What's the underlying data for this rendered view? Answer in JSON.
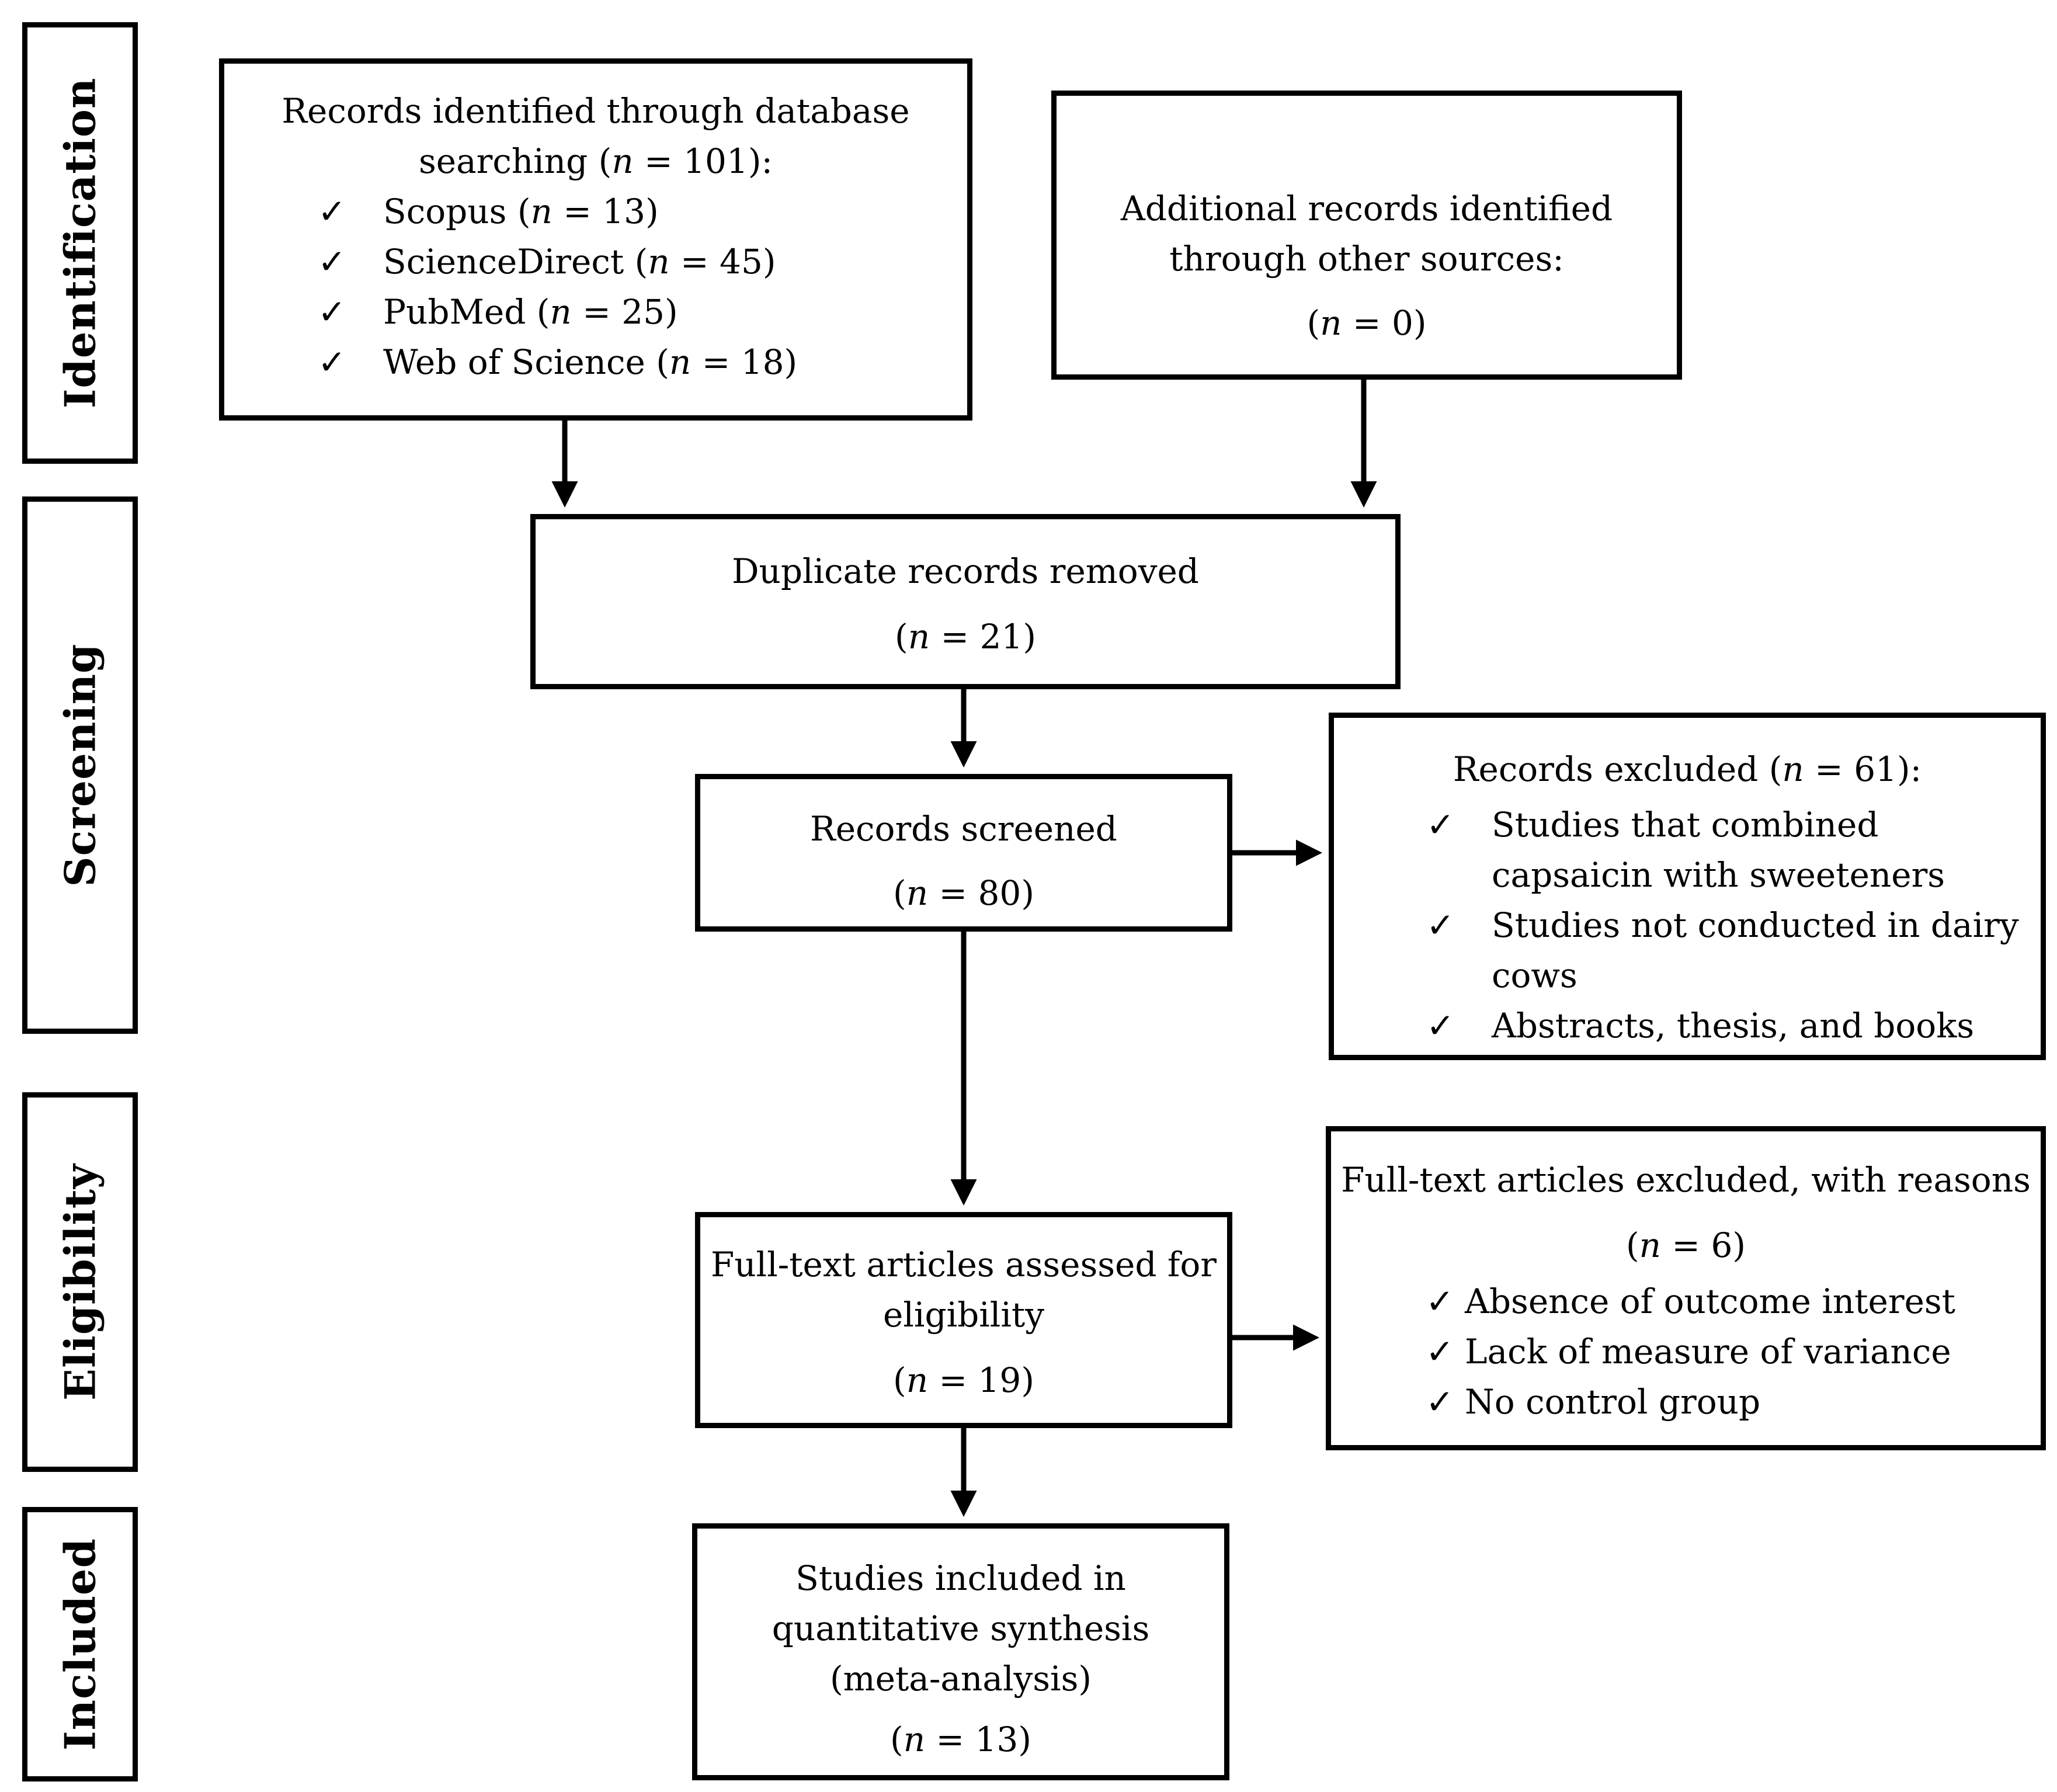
{
  "stages": {
    "identification": "Identification",
    "screening": "Screening",
    "eligibility": "Eligibility",
    "included": "Included"
  },
  "icons": {
    "check": "check-icon"
  },
  "boxes": {
    "db_search": {
      "line1": "Records identified through database",
      "line2_pre": "searching (",
      "n_symbol": "n",
      "line2_post": " = 101):",
      "sources": [
        {
          "name": "Scopus (",
          "n": "n",
          "rest": " = 13)"
        },
        {
          "name": "ScienceDirect (",
          "n": "n",
          "rest": " = 45)"
        },
        {
          "name": "PubMed (",
          "n": "n",
          "rest": " = 25)"
        },
        {
          "name": "Web of Science (",
          "n": "n",
          "rest": " = 18)"
        }
      ]
    },
    "other_sources": {
      "line1": "Additional records identified",
      "line2": "through other sources:",
      "count_pre": "(",
      "n_symbol": "n",
      "count_post": " = 0)"
    },
    "duplicates": {
      "line1": "Duplicate records removed",
      "count_pre": "(",
      "n_symbol": "n",
      "count_post": " = 21)"
    },
    "screened": {
      "line1": "Records screened",
      "count_pre": "(",
      "n_symbol": "n",
      "count_post": " = 80)"
    },
    "excluded": {
      "title_pre": "Records excluded (",
      "n_symbol": "n",
      "title_post": " = 61):",
      "reasons": [
        [
          "Studies that combined",
          "capsaicin with sweeteners"
        ],
        [
          "Studies not conducted in dairy",
          "cows"
        ],
        [
          "Abstracts, thesis, and books"
        ]
      ]
    },
    "fulltext": {
      "line1": "Full-text articles assessed for",
      "line2": "eligibility",
      "count_pre": "(",
      "n_symbol": "n",
      "count_post": " = 19)"
    },
    "fulltext_excluded": {
      "line1": "Full-text articles excluded, with reasons",
      "count_pre": "(",
      "n_symbol": "n",
      "count_post": " = 6)",
      "reasons": [
        "Absence of outcome interest",
        "Lack of measure of variance",
        "No control group"
      ]
    },
    "included": {
      "line1": "Studies included in",
      "line2": "quantitative synthesis",
      "line3": "(meta-analysis)",
      "count_pre": "(",
      "n_symbol": "n",
      "count_post": " = 13)"
    }
  }
}
